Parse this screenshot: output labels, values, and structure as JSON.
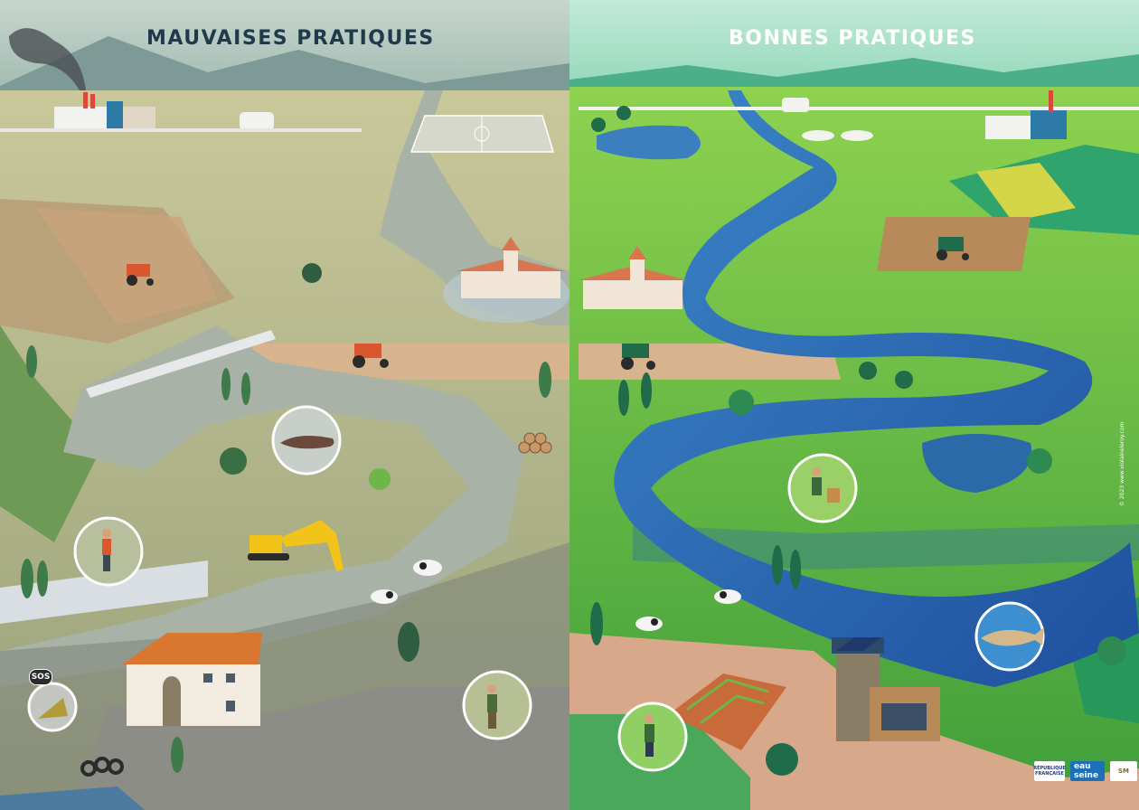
{
  "titles": {
    "left": "MAUVAISES PRATIQUES",
    "right": "BONNES PRATIQUES"
  },
  "badges": {
    "sos": "SOS"
  },
  "credit": "© 2023 www.violaineleroy.com",
  "logos": {
    "republique": "RÉPUBLIQUE FRANÇAISE",
    "eau": "eau seine",
    "sm": "SM"
  },
  "icons": [
    "factory-icon",
    "tractor-icon",
    "excavator-icon",
    "cow-icon",
    "fish-icon",
    "farmer-icon",
    "house-icon",
    "church-icon",
    "tire-icon",
    "solar-panel-icon"
  ],
  "colors": {
    "left_sky": "#a9c3bd",
    "right_sky": "#a9dcc6",
    "left_ground": "#b9b985",
    "right_ground": "#6cc24a",
    "river_right": "#2f74b5",
    "river_left": "#a8b2a6"
  }
}
